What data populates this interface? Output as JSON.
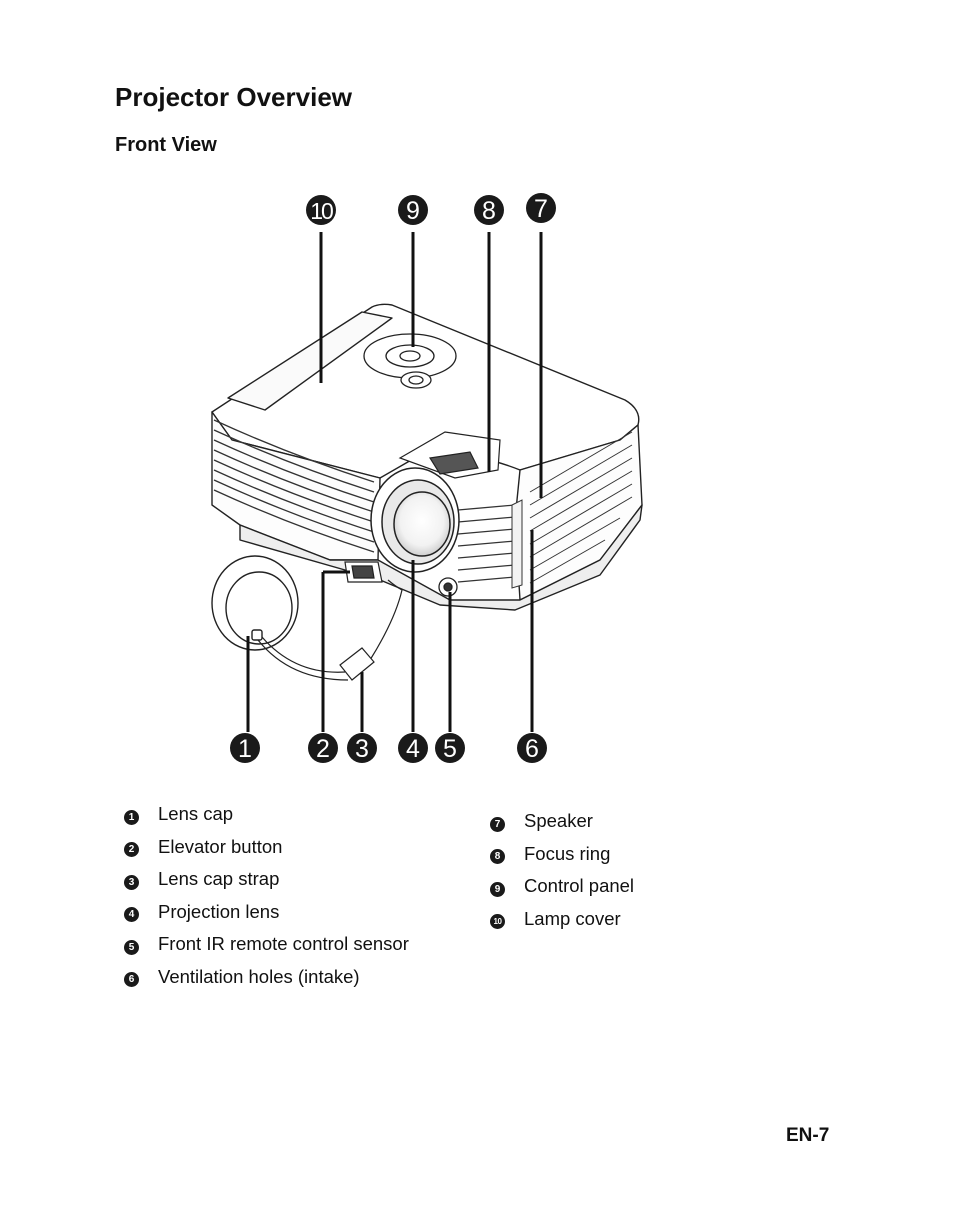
{
  "page": {
    "title": "Projector Overview",
    "section": "Front View",
    "page_number": "EN-7"
  },
  "callouts": {
    "c1": "1",
    "c2": "2",
    "c3": "3",
    "c4": "4",
    "c5": "5",
    "c6": "6",
    "c7": "7",
    "c8": "8",
    "c9": "9",
    "c10": "10"
  },
  "legend": {
    "left": [
      {
        "num": "1",
        "label": "Lens cap"
      },
      {
        "num": "2",
        "label": "Elevator button"
      },
      {
        "num": "3",
        "label": "Lens cap strap"
      },
      {
        "num": "4",
        "label": "Projection lens"
      },
      {
        "num": "5",
        "label": "Front IR remote control sensor"
      },
      {
        "num": "6",
        "label": "Ventilation holes (intake)"
      }
    ],
    "right": [
      {
        "num": "7",
        "label": "Speaker"
      },
      {
        "num": "8",
        "label": "Focus ring"
      },
      {
        "num": "9",
        "label": "Control panel"
      },
      {
        "num": "10",
        "label": "Lamp cover"
      }
    ]
  },
  "colors": {
    "callout_fill": "#1a1a1a",
    "line_art": "#222222"
  }
}
